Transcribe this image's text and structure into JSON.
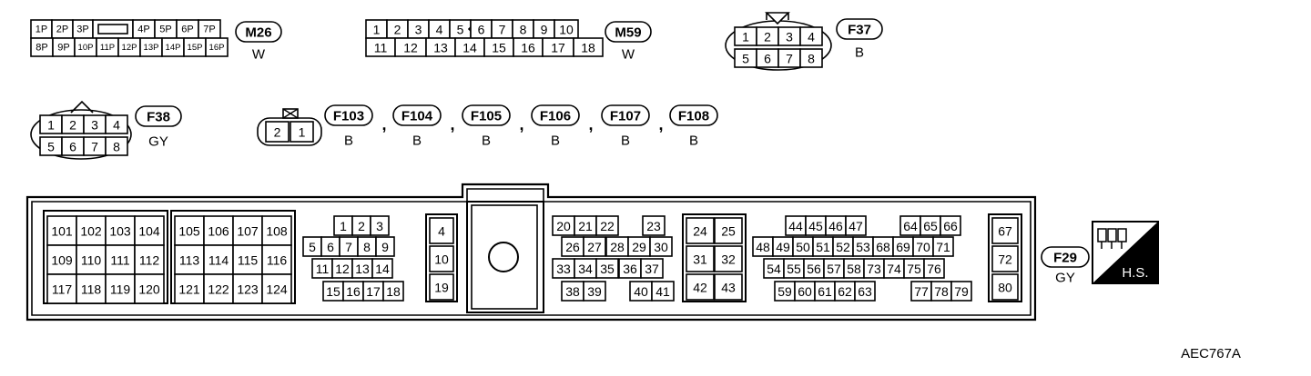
{
  "connectors": {
    "m26": {
      "tag": "M26",
      "color": "W",
      "pins_top": [
        "1P",
        "2P",
        "3P",
        "4P",
        "5P",
        "6P",
        "7P"
      ],
      "pins_bottom": [
        "8P",
        "9P",
        "10P",
        "11P",
        "12P",
        "13P",
        "14P",
        "15P",
        "16P"
      ]
    },
    "m59": {
      "tag": "M59",
      "color": "W",
      "pins_top": [
        "1",
        "2",
        "3",
        "4",
        "5",
        "6",
        "7",
        "8",
        "9",
        "10"
      ],
      "pins_bottom": [
        "11",
        "12",
        "13",
        "14",
        "15",
        "16",
        "17",
        "18"
      ]
    },
    "f37": {
      "tag": "F37",
      "color": "B",
      "pins_top": [
        "1",
        "2",
        "3",
        "4"
      ],
      "pins_bottom": [
        "5",
        "6",
        "7",
        "8"
      ]
    },
    "f38": {
      "tag": "F38",
      "color": "GY",
      "pins_top": [
        "1",
        "2",
        "3",
        "4"
      ],
      "pins_bottom": [
        "5",
        "6",
        "7",
        "8"
      ]
    },
    "two_pin": {
      "pins": [
        "2",
        "1"
      ],
      "tags": [
        {
          "tag": "F103",
          "color": "B"
        },
        {
          "tag": "F104",
          "color": "B"
        },
        {
          "tag": "F105",
          "color": "B"
        },
        {
          "tag": "F106",
          "color": "B"
        },
        {
          "tag": "F107",
          "color": "B"
        },
        {
          "tag": "F108",
          "color": "B"
        }
      ],
      "separator": ","
    },
    "f29": {
      "tag": "F29",
      "color": "GY",
      "block_a": [
        "101",
        "102",
        "103",
        "104",
        "109",
        "110",
        "111",
        "112",
        "117",
        "118",
        "119",
        "120"
      ],
      "block_b": [
        "105",
        "106",
        "107",
        "108",
        "113",
        "114",
        "115",
        "116",
        "121",
        "122",
        "123",
        "124"
      ],
      "block_c_rows": [
        [
          "1",
          "2",
          "3"
        ],
        [
          "5",
          "6",
          "7",
          "8",
          "9"
        ],
        [
          "11",
          "12",
          "13",
          "14"
        ],
        [
          "15",
          "16",
          "17",
          "18"
        ]
      ],
      "block_d": [
        "4",
        "10",
        "19"
      ],
      "block_e_rows": [
        [
          "20",
          "21",
          "22",
          "23"
        ],
        [
          "26",
          "27",
          "28",
          "29",
          "30"
        ],
        [
          "33",
          "34",
          "35",
          "36",
          "37"
        ],
        [
          "38",
          "39",
          "40",
          "41"
        ]
      ],
      "block_f": [
        "24",
        "25",
        "31",
        "32",
        "42",
        "43"
      ],
      "block_g_rows": [
        [
          "44",
          "45",
          "46",
          "47",
          "64",
          "65",
          "66"
        ],
        [
          "48",
          "49",
          "50",
          "51",
          "52",
          "53",
          "68",
          "69",
          "70",
          "71"
        ],
        [
          "54",
          "55",
          "56",
          "57",
          "58",
          "73",
          "74",
          "75",
          "76"
        ],
        [
          "59",
          "60",
          "61",
          "62",
          "63",
          "77",
          "78",
          "79"
        ]
      ],
      "block_h": [
        "67",
        "72",
        "80"
      ]
    }
  },
  "hs_badge": {
    "label": "H.S."
  },
  "figure_id": "AEC767A"
}
